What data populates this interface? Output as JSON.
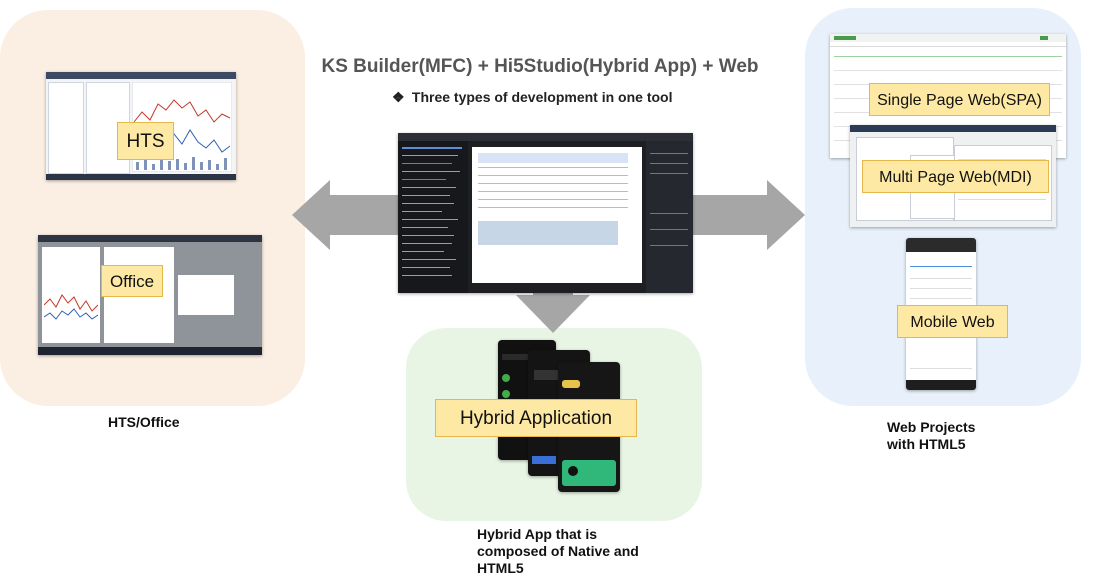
{
  "header": {
    "title": "KS Builder(MFC) + Hi5Studio(Hybrid App) + Web",
    "bullet_icon": "diamond-bullet-icon",
    "subtitle": "Three types of development in one tool"
  },
  "left": {
    "labels": {
      "hts": "HTS",
      "office": "Office"
    },
    "caption": "HTS/Office"
  },
  "right": {
    "labels": {
      "spa": "Single Page Web(SPA)",
      "mdi": "Multi Page Web(MDI)",
      "mobile": "Mobile Web"
    },
    "caption_line1": "Web Projects",
    "caption_line2": "with HTML5"
  },
  "bottom": {
    "label": "Hybrid Application",
    "caption_line1": "Hybrid App that is",
    "caption_line2": "composed of Native and",
    "caption_line3": "HTML5"
  },
  "colors": {
    "left_panel": "#fbeee3",
    "right_panel": "#e8f1fb",
    "bottom_panel": "#e9f5e4",
    "label_fill": "#fde9a3",
    "label_border": "#e6b84a",
    "arrow": "#a6a6a6"
  }
}
